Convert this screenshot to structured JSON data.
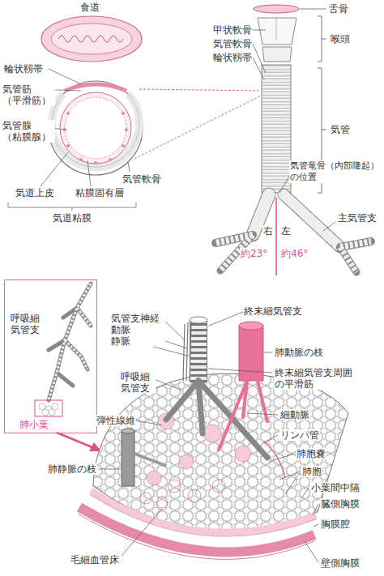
{
  "diagram": {
    "nodes": [
      {
        "text": [
          "呼吸細 気管支",
          "肺小葉"
        ]
      }
    ],
    "labels": [
      "舌骨",
      "甲状軟骨",
      "気管軟骨",
      "輪状靱帯",
      "喉頭",
      "気管",
      "気管竜骨（内部隆起） の位置",
      "主気管支",
      "右",
      "左",
      "約23°",
      "約46°",
      "食道",
      "輪状靱帯",
      "気管筋 （平滑筋）",
      "気管腺 （粘膜腺）",
      "気管軟骨",
      "気道上皮",
      "粘膜固有層",
      "気道粘膜",
      "終末細気管支",
      "気管支神経 動脈 静脈",
      "肺動脈の枝",
      "終末細気管支周囲 の平滑筋",
      "呼吸細 気管支",
      "細動脈",
      "弾性線維",
      "リンパ管",
      "肺胞嚢",
      "肺胞",
      "小葉間中隔",
      "臓側胸膜",
      "胸膜腔",
      "壁側胸膜",
      "肺静脈の枝",
      "毛細血管床"
    ]
  }
}
